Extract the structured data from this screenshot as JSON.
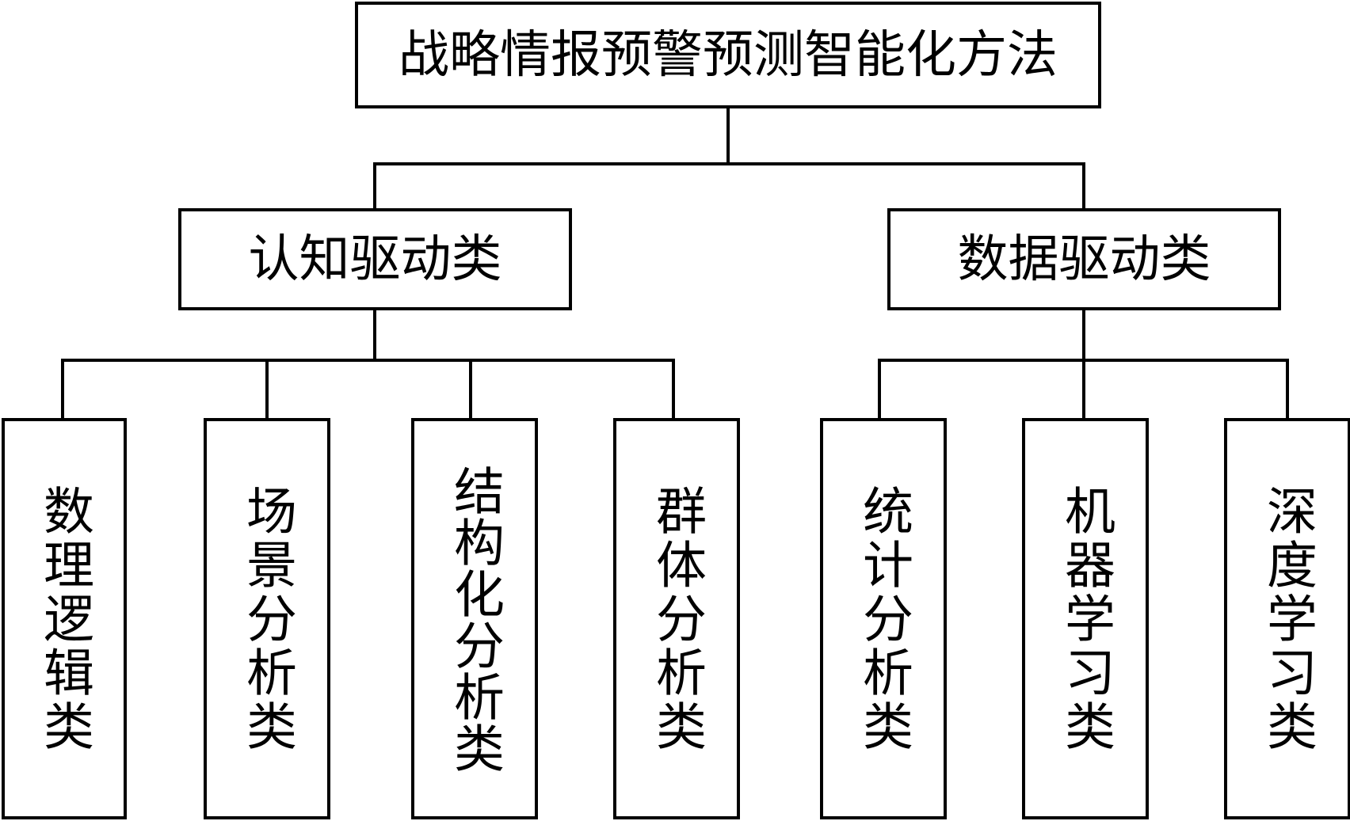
{
  "root": {
    "label": "战略情报预警预测智能化方法"
  },
  "branches": [
    {
      "label": "认知驱动类",
      "children": [
        "数理逻辑类",
        "场景分析类",
        "结构化分析类",
        "群体分析类"
      ]
    },
    {
      "label": "数据驱动类",
      "children": [
        "统计分析类",
        "机器学习类",
        "深度学习类"
      ]
    }
  ]
}
